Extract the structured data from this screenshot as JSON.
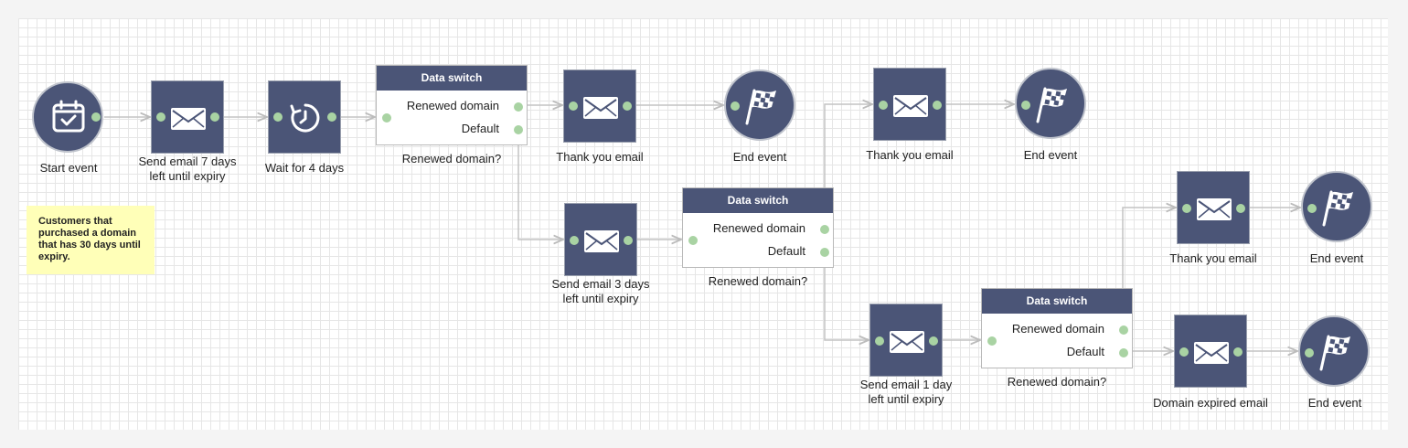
{
  "note": {
    "text": "Customers that purchased a domain that has 30 days until expiry."
  },
  "nodes": {
    "start": {
      "label": "Start event"
    },
    "email7": {
      "label_line1": "Send email 7 days",
      "label_line2": "left until expiry"
    },
    "wait": {
      "label": "Wait for 4 days"
    },
    "switch1": {
      "title": "Data switch",
      "option1": "Renewed domain",
      "option2": "Default",
      "label": "Renewed domain?"
    },
    "thanks1": {
      "label": "Thank you email"
    },
    "end1": {
      "label": "End event"
    },
    "email3": {
      "label_line1": "Send email 3 days",
      "label_line2": "left until expiry"
    },
    "switch2": {
      "title": "Data switch",
      "option1": "Renewed domain",
      "option2": "Default",
      "label": "Renewed domain?"
    },
    "thanks2": {
      "label": "Thank you email"
    },
    "end2": {
      "label": "End event"
    },
    "email1": {
      "label_line1": "Send email 1 day",
      "label_line2": "left until expiry"
    },
    "switch3": {
      "title": "Data switch",
      "option1": "Renewed domain",
      "option2": "Default",
      "label": "Renewed domain?"
    },
    "thanks3": {
      "label": "Thank you email"
    },
    "end3": {
      "label": "End event"
    },
    "expired": {
      "label": "Domain expired email"
    },
    "end4": {
      "label": "End event"
    }
  },
  "colors": {
    "node": "#4b5577",
    "port": "#a9d3a3",
    "edge": "#c4c4c4",
    "note": "#ffffb8"
  }
}
